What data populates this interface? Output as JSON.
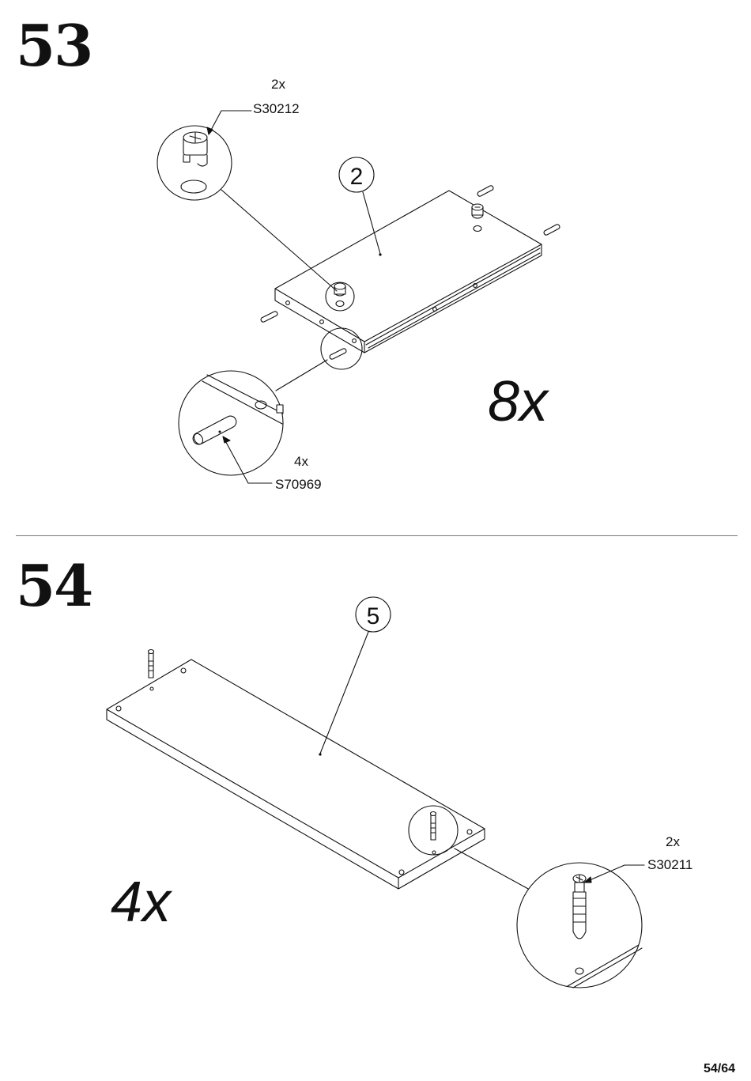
{
  "step53": {
    "number": "53",
    "part_number": "2",
    "quantity": "8x",
    "callouts": [
      {
        "count": "2x",
        "code": "S30212",
        "name": "cam-lock"
      },
      {
        "count": "4x",
        "code": "S70969",
        "name": "wooden-dowel"
      }
    ]
  },
  "step54": {
    "number": "54",
    "part_number": "5",
    "quantity": "4x",
    "callouts": [
      {
        "count": "2x",
        "code": "S30211",
        "name": "cam-bolt"
      }
    ]
  },
  "footer": {
    "page": "54/64"
  }
}
